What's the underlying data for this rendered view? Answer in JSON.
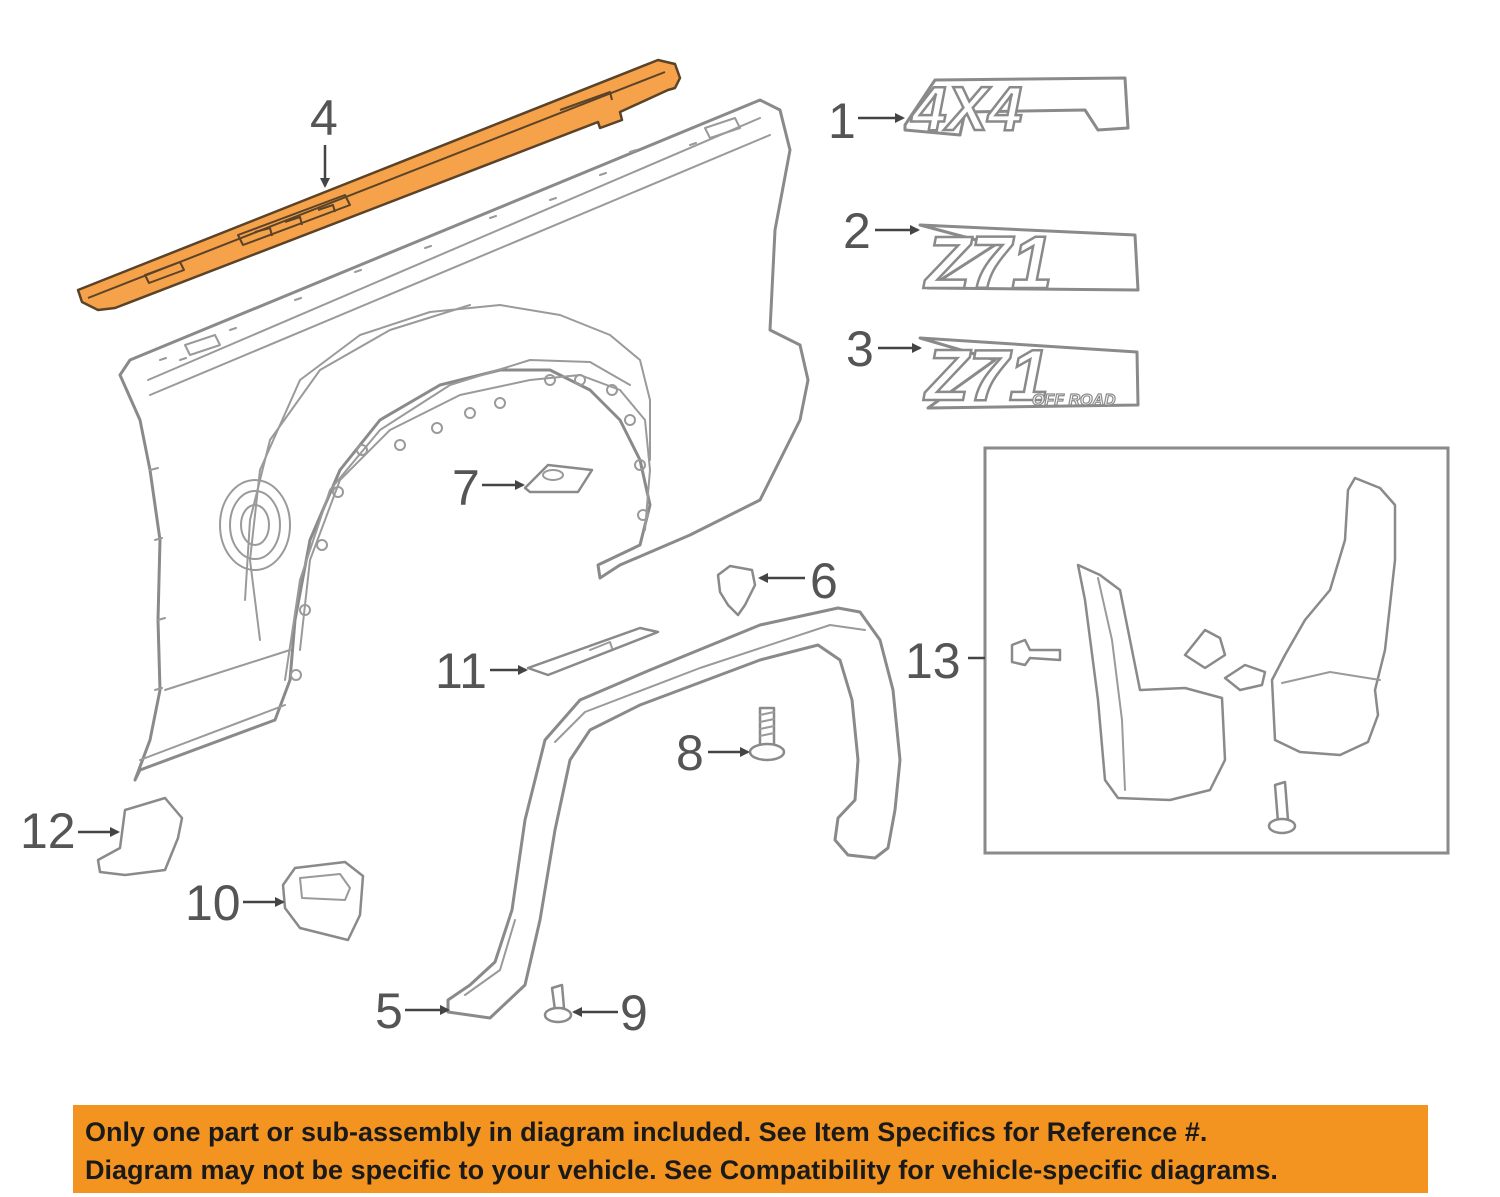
{
  "callouts": {
    "c1": "1",
    "c2": "2",
    "c3": "3",
    "c4": "4",
    "c5": "5",
    "c6": "6",
    "c7": "7",
    "c8": "8",
    "c9": "9",
    "c10": "10",
    "c11": "11",
    "c12": "12",
    "c13": "13"
  },
  "badges": {
    "four_by_four": "4X4",
    "z71": "Z71",
    "z71_offroad_main": "Z71",
    "z71_offroad_sub": "OFF ROAD"
  },
  "highlight_color": "#f5a24a",
  "notice": {
    "line1": "Only one part or sub-assembly in diagram included. See Item Specifics for Reference #.",
    "line2": "Diagram may not be specific to your vehicle. See Compatibility for vehicle-specific diagrams.",
    "background": "#f39320"
  }
}
